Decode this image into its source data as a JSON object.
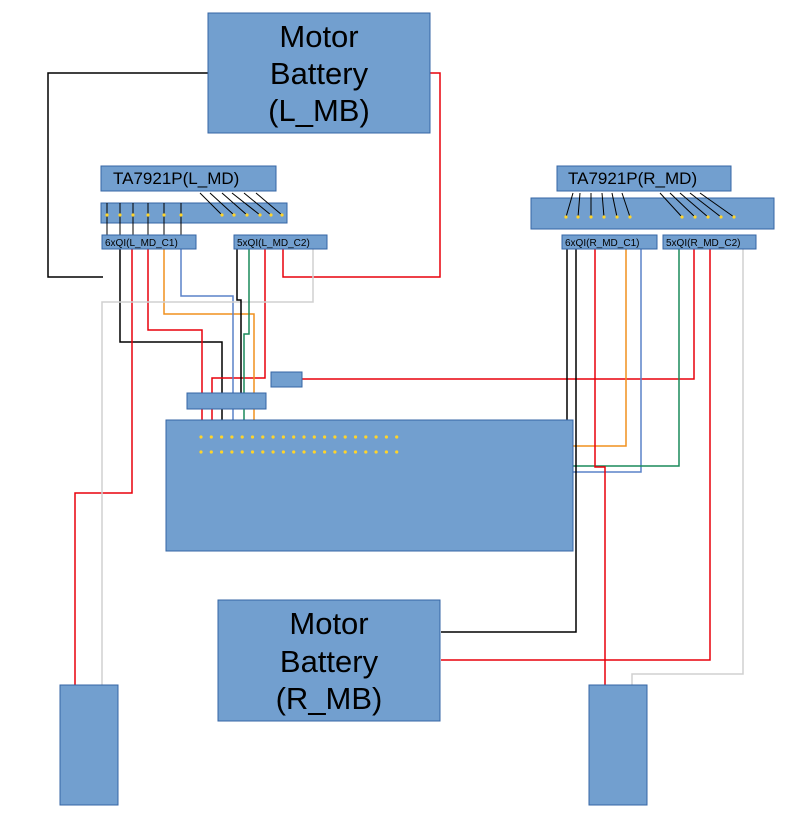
{
  "blocks": {
    "left_battery": {
      "line1": "Motor",
      "line2": "Battery",
      "line3": "(L_MB)"
    },
    "right_battery": {
      "line1": "Motor",
      "line2": "Battery",
      "line3": "(R_MB)"
    },
    "left_driver_label": "TA7921P(L_MD)",
    "right_driver_label": "TA7921P(R_MD)",
    "left_c1": "6xQI(L_MD_C1)",
    "left_c2": "5xQI(L_MD_C2)",
    "right_c1": "6xQI(R_MD_C1)",
    "right_c2": "5xQI(R_MD_C2)"
  },
  "colors": {
    "block_fill": "#729fcf",
    "block_stroke": "#3465a4",
    "wire_red": "#e8000b",
    "wire_black": "#000000",
    "wire_orange": "#f0901e",
    "wire_blue": "#5a82c8",
    "wire_green": "#1a8a5a",
    "wire_gray": "#d0d0d0",
    "pin": "#ffd42a"
  }
}
